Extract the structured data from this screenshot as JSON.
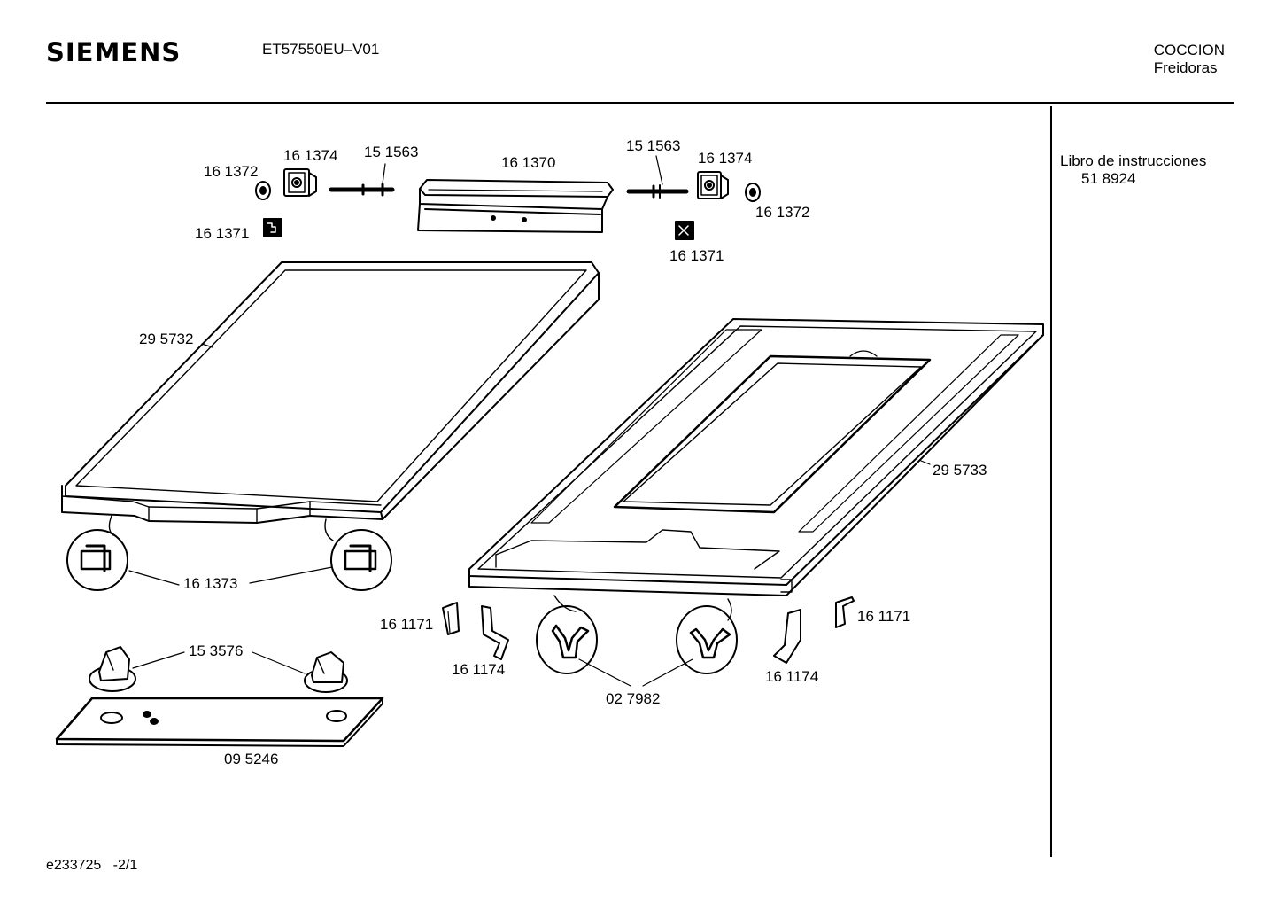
{
  "header": {
    "brand": "SIEMENS",
    "model": "ET57550EU–V01",
    "category": "COCCION",
    "subcategory": "Freidoras"
  },
  "sidebar": {
    "manual_label": "Libro de instrucciones",
    "manual_number": "51 8924"
  },
  "footer": {
    "doc_id": "e233725",
    "page": "-2/1"
  },
  "parts": {
    "p161372_left": "16 1372",
    "p161374_left": "16 1374",
    "p151563_left": "15 1563",
    "p161371_left": "16 1371",
    "p161370": "16 1370",
    "p151563_right": "15 1563",
    "p161374_right": "16 1374",
    "p161372_right": "16 1372",
    "p161371_right": "16 1371",
    "p295732": "29 5732",
    "p295733": "29 5733",
    "p161373": "16 1373",
    "p161171_left": "16 1171",
    "p161174_left": "16 1174",
    "p161171_right": "16 1171",
    "p161174_right": "16 1174",
    "p027982": "02 7982",
    "p153576": "15 3576",
    "p095246": "09 5246"
  }
}
